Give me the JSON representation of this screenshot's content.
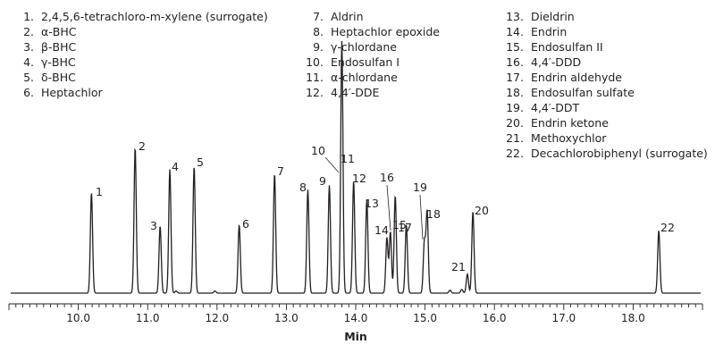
{
  "chart_data": {
    "type": "line",
    "title": "",
    "xlabel": "Min",
    "ylabel": "",
    "xlim": [
      9.0,
      19.0
    ],
    "x_ticks": [
      "10.0",
      "11.0",
      "12.0",
      "13.0",
      "14.0",
      "15.0",
      "16.0",
      "17.0",
      "18.0"
    ],
    "x_tick_values": [
      10.0,
      11.0,
      12.0,
      13.0,
      14.0,
      15.0,
      16.0,
      17.0,
      18.0
    ],
    "grid": false,
    "legend_placement": "top",
    "legend": [
      {
        "num": "1.",
        "name": "2,4,5,6-tetrachloro-m-xylene (surrogate)"
      },
      {
        "num": "2.",
        "name": "α-BHC"
      },
      {
        "num": "3.",
        "name": "β-BHC"
      },
      {
        "num": "4.",
        "name": "γ-BHC"
      },
      {
        "num": "5.",
        "name": "δ-BHC"
      },
      {
        "num": "6.",
        "name": "Heptachlor"
      },
      {
        "num": "7.",
        "name": "Aldrin"
      },
      {
        "num": "8.",
        "name": "Heptachlor epoxide"
      },
      {
        "num": "9.",
        "name": "γ-chlordane"
      },
      {
        "num": "10.",
        "name": "Endosulfan I"
      },
      {
        "num": "11.",
        "name": "α-chlordane"
      },
      {
        "num": "12.",
        "name": "4,4′-DDE"
      },
      {
        "num": "13.",
        "name": "Dieldrin"
      },
      {
        "num": "14.",
        "name": "Endrin"
      },
      {
        "num": "15.",
        "name": "Endosulfan II"
      },
      {
        "num": "16.",
        "name": "4,4′-DDD"
      },
      {
        "num": "17.",
        "name": "Endrin aldehyde"
      },
      {
        "num": "18.",
        "name": "Endosulfan sulfate"
      },
      {
        "num": "19.",
        "name": "4,4′-DDT"
      },
      {
        "num": "20.",
        "name": "Endrin ketone"
      },
      {
        "num": "21.",
        "name": "Methoxychlor"
      },
      {
        "num": "22.",
        "name": "Decachlorobiphenyl (surrogate)"
      }
    ],
    "peaks": [
      {
        "label": "1",
        "rt": 10.19,
        "height": 0.69
      },
      {
        "label": "2",
        "rt": 10.82,
        "height": 1.0
      },
      {
        "label": "3",
        "rt": 11.18,
        "height": 0.46
      },
      {
        "label": "4",
        "rt": 11.32,
        "height": 0.85
      },
      {
        "label": "5",
        "rt": 11.67,
        "height": 0.87
      },
      {
        "label": "6",
        "rt": 12.32,
        "height": 0.47
      },
      {
        "label": "7",
        "rt": 12.83,
        "height": 0.82
      },
      {
        "label": "8",
        "rt": 13.31,
        "height": 0.71
      },
      {
        "label": "9",
        "rt": 13.62,
        "height": 0.74
      },
      {
        "label": "10",
        "rt": 13.8,
        "height": 0.84
      },
      {
        "label": "11",
        "rt": 13.8,
        "height": 0.89
      },
      {
        "label": "12",
        "rt": 13.97,
        "height": 0.77
      },
      {
        "label": "13",
        "rt": 14.16,
        "height": 0.64
      },
      {
        "label": "14",
        "rt": 14.45,
        "height": 0.38
      },
      {
        "label": "15",
        "rt": 14.57,
        "height": 0.67
      },
      {
        "label": "16",
        "rt": 14.5,
        "height": 0.42
      },
      {
        "label": "17",
        "rt": 14.73,
        "height": 0.47
      },
      {
        "label": "18",
        "rt": 15.03,
        "height": 0.56
      },
      {
        "label": "19",
        "rt": 14.99,
        "height": 0.35
      },
      {
        "label": "20",
        "rt": 15.69,
        "height": 0.56
      },
      {
        "label": "21",
        "rt": 15.61,
        "height": 0.13
      },
      {
        "label": "22",
        "rt": 18.37,
        "height": 0.43
      }
    ],
    "minor_peaks": [
      {
        "rt": 11.41,
        "height": 0.015
      },
      {
        "rt": 11.97,
        "height": 0.015
      },
      {
        "rt": 15.36,
        "height": 0.02
      },
      {
        "rt": 15.53,
        "height": 0.025
      }
    ]
  }
}
